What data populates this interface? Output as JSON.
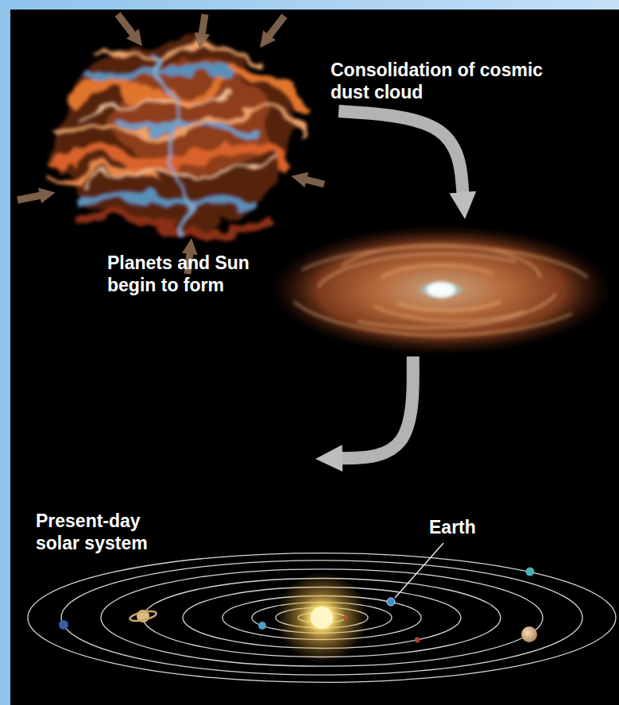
{
  "diagram": {
    "nodes": [
      {
        "text": [
          "Consolidation of cosmic dust cloud"
        ]
      },
      {
        "text": [
          "Planets and Sun begin to form"
        ]
      },
      {
        "text": [
          "Present-day solar system"
        ]
      }
    ],
    "edges": [
      {
        "from": 0,
        "to": 1,
        "arrow": "to"
      },
      {
        "from": 1,
        "to": 2,
        "arrow": "to"
      }
    ],
    "labels": [
      "Earth"
    ]
  }
}
